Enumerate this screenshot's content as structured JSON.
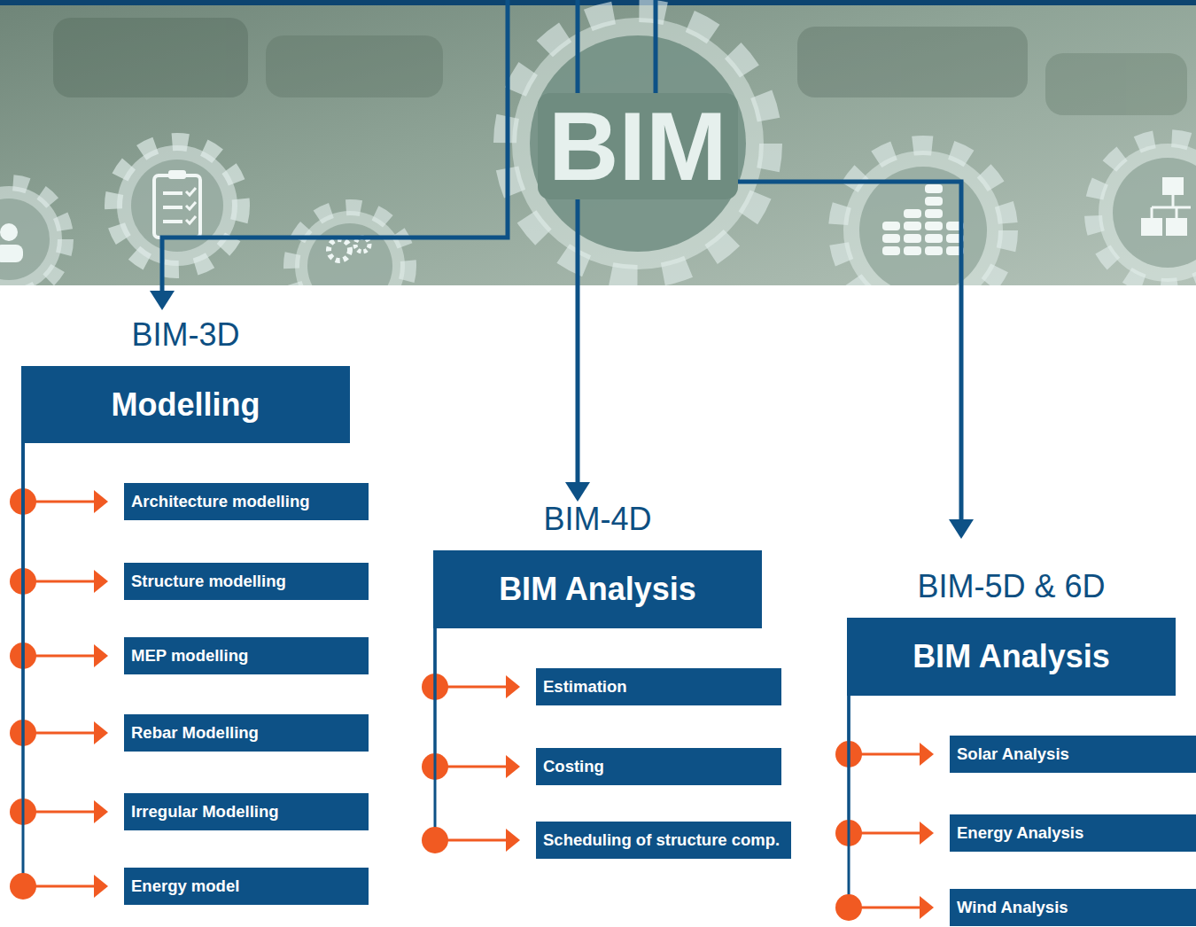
{
  "diagram": {
    "nodes": [
      {
        "text": [
          "BIM-3D",
          "Modelling"
        ]
      },
      {
        "text": [
          "Architecture modelling"
        ]
      },
      {
        "text": [
          "Structure modelling"
        ]
      },
      {
        "text": [
          "MEP modelling"
        ]
      },
      {
        "text": [
          "Rebar Modelling"
        ]
      },
      {
        "text": [
          "Irregular Modelling"
        ]
      },
      {
        "text": [
          "Energy model"
        ]
      },
      {
        "text": [
          "BIM-4D",
          "BIM Analysis"
        ]
      },
      {
        "text": [
          "Estimation"
        ]
      },
      {
        "text": [
          "Costing"
        ]
      },
      {
        "text": [
          "Scheduling of structure comp."
        ]
      },
      {
        "text": [
          "BIM-5D & 6D",
          "BIM Analysis"
        ]
      },
      {
        "text": [
          "Solar Analysis"
        ]
      },
      {
        "text": [
          "Energy Analysis"
        ]
      },
      {
        "text": [
          "Wind Analysis"
        ]
      }
    ],
    "edges": [
      {
        "from": 0,
        "to": 1,
        "arrow": "to"
      },
      {
        "from": 0,
        "to": 2,
        "arrow": "to"
      },
      {
        "from": 0,
        "to": 3,
        "arrow": "to"
      },
      {
        "from": 0,
        "to": 4,
        "arrow": "to"
      },
      {
        "from": 0,
        "to": 5,
        "arrow": "to"
      },
      {
        "from": 0,
        "to": 6,
        "arrow": "to"
      },
      {
        "from": 7,
        "to": 8,
        "arrow": "to"
      },
      {
        "from": 7,
        "to": 9,
        "arrow": "to"
      },
      {
        "from": 7,
        "to": 10,
        "arrow": "to"
      },
      {
        "from": 11,
        "to": 12,
        "arrow": "to"
      },
      {
        "from": 11,
        "to": 13,
        "arrow": "to"
      },
      {
        "from": 11,
        "to": 14,
        "arrow": "to"
      }
    ],
    "labels": [
      "BIM"
    ]
  }
}
